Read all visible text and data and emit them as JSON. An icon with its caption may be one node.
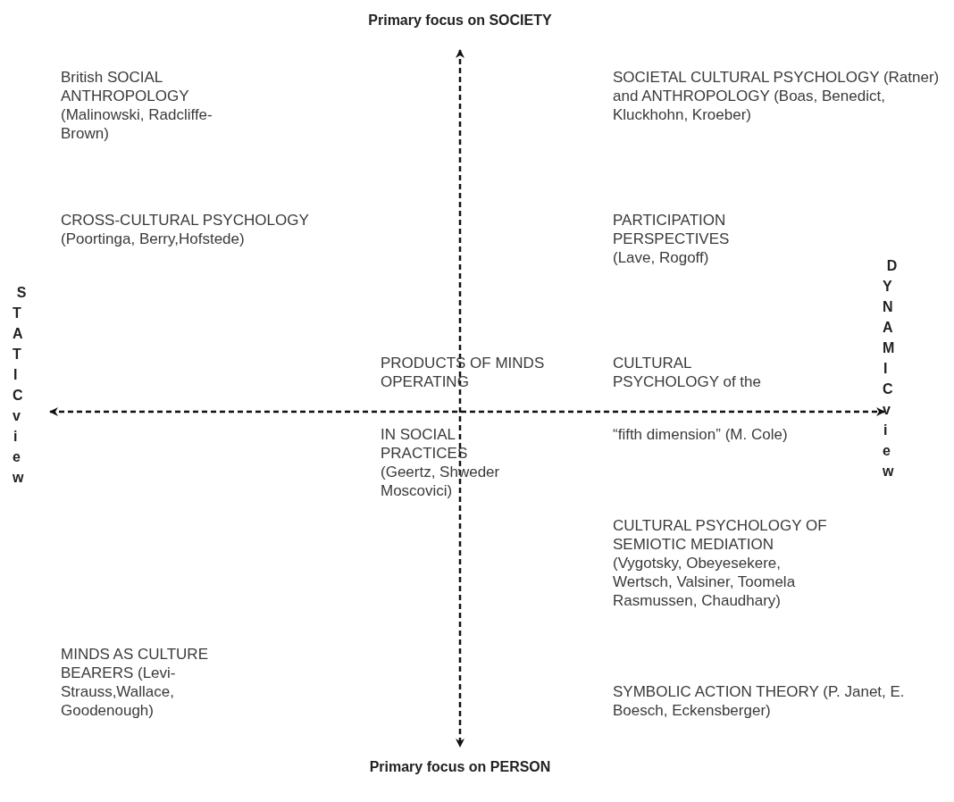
{
  "diagram": {
    "labels": [
      "Primary focus on SOCIETY",
      "British SOCIAL ANTHROPOLOGY (Malinowski, Radcliffe-Brown)",
      "SOCIETAL CULTURAL PSYCHOLOGY (Ratner) and ANTHROPOLOGY (Boas, Benedict, Kluckhohn, Kroeber)",
      "CROSS-CULTURAL PSYCHOLOGY (Poortinga, Berry,Hofstede)",
      "PARTICIPATION PERSPECTIVES (Lave, Rogoff)",
      "STATIC view",
      "DYNAMIC view",
      "PRODUCTS OF MINDS OPERATING",
      "CULTURAL PSYCHOLOGY of the",
      "IN SOCIAL PRACTICES (Geertz, Shweder Moscovici)",
      "“fifth dimension” (M. Cole)",
      "CULTURAL PSYCHOLOGY OF SEMIOTIC MEDIATION (Vygotsky, Obeyesekere, Wertsch, Valsiner, Toomela Rasmussen, Chaudhary)",
      "MINDS AS CULTURE BEARERS (Levi-Strauss,Wallace, Goodenough)",
      "SYMBOLIC ACTION THEORY (P. Janet, E. Boesch, Eckensberger)",
      "Primary focus on PERSON"
    ]
  }
}
